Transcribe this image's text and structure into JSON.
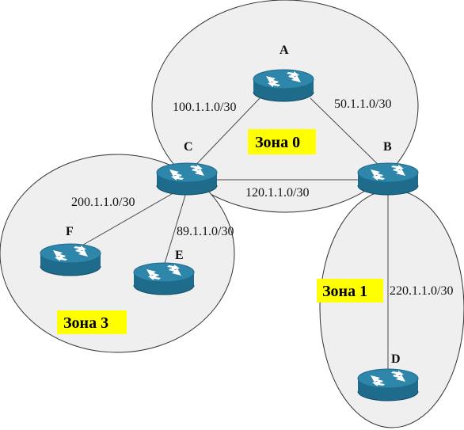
{
  "zones": [
    {
      "id": "zone0",
      "label": "Зона 0"
    },
    {
      "id": "zone1",
      "label": "Зона 1"
    },
    {
      "id": "zone3",
      "label": "Зона 3"
    }
  ],
  "routers": {
    "A": {
      "name": "A"
    },
    "B": {
      "name": "B"
    },
    "C": {
      "name": "C"
    },
    "D": {
      "name": "D"
    },
    "E": {
      "name": "E"
    },
    "F": {
      "name": "F"
    }
  },
  "networks": {
    "c_a": "100.1.1.0/30",
    "a_b": "50.1.1.0/30",
    "c_b": "120.1.1.0/30",
    "c_f": "200.1.1.0/30",
    "c_e": "89.1.1.0/30",
    "b_d": "220.1.1.0/30"
  },
  "colors": {
    "router": "#2f86ab",
    "zone_fill": "#efefef",
    "zone_label_bg": "#ffff00"
  }
}
